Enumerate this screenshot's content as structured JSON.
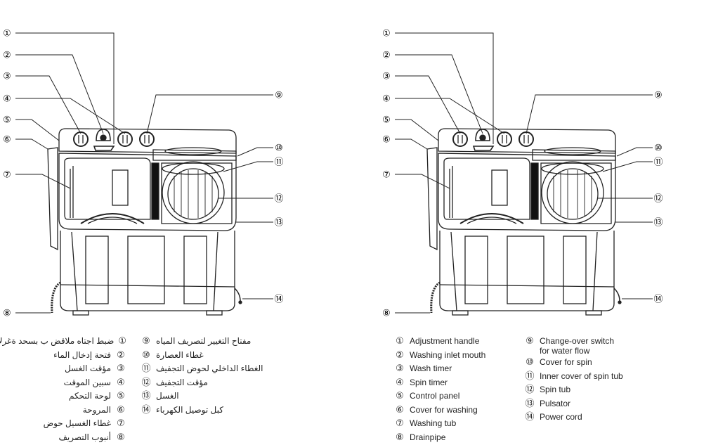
{
  "markers": [
    "①",
    "②",
    "③",
    "④",
    "⑤",
    "⑥",
    "⑦",
    "⑧",
    "⑨",
    "⑩",
    "⑪",
    "⑫",
    "⑬",
    "⑭"
  ],
  "legend_arabic": {
    "left": [
      {
        "num": "①",
        "text": "ضبط اجتاه ملاقض ب بسحد ةغرلا"
      },
      {
        "num": "②",
        "text": "فتحة إدخال الماء"
      },
      {
        "num": "③",
        "text": "مؤقت الغسل"
      },
      {
        "num": "④",
        "text": "سبين الموقت"
      },
      {
        "num": "⑤",
        "text": "لوحة التحكم"
      },
      {
        "num": "⑥",
        "text": "المروحة"
      },
      {
        "num": "⑦",
        "text": "غطاء الغسيل حوض"
      },
      {
        "num": "⑧",
        "text": "أنبوب التصريف"
      }
    ],
    "right": [
      {
        "num": "⑨",
        "text": "مفتاح التغيير لتصريف المياه"
      },
      {
        "num": "⑩",
        "text": "غطاء العصارة"
      },
      {
        "num": "⑪",
        "text": "الغطاء الداخلي لحوض التجفيف"
      },
      {
        "num": "⑫",
        "text": "مؤقت التجفيف"
      },
      {
        "num": "⑬",
        "text": "الغسل"
      },
      {
        "num": "⑭",
        "text": "كبل توصيل الكهرباء"
      }
    ]
  },
  "legend_english": {
    "left": [
      {
        "num": "①",
        "text": "Adjustment handle"
      },
      {
        "num": "②",
        "text": "Washing inlet mouth"
      },
      {
        "num": "③",
        "text": "Wash timer"
      },
      {
        "num": "④",
        "text": "Spin timer"
      },
      {
        "num": "⑤",
        "text": "Control panel"
      },
      {
        "num": "⑥",
        "text": "Cover for washing"
      },
      {
        "num": "⑦",
        "text": "Washing tub"
      },
      {
        "num": "⑧",
        "text": "Drainpipe"
      }
    ],
    "right": [
      {
        "num": "⑨",
        "text": "Change-over switch\nfor water flow"
      },
      {
        "num": "⑩",
        "text": "Cover for spin"
      },
      {
        "num": "⑪",
        "text": "Inner cover of spin tub"
      },
      {
        "num": "⑫",
        "text": "Spin tub"
      },
      {
        "num": "⑬",
        "text": "Pulsator"
      },
      {
        "num": "⑭",
        "text": "Power cord"
      }
    ]
  }
}
